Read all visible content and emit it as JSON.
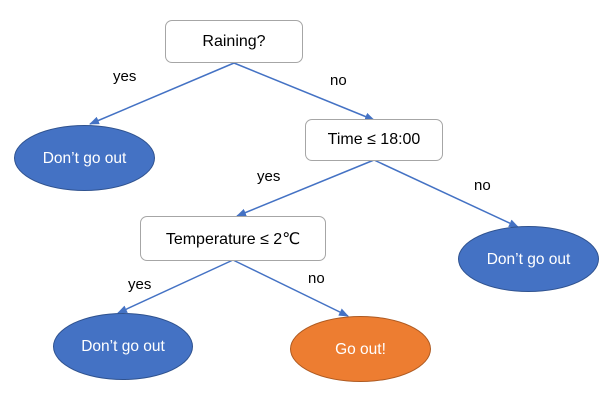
{
  "colors": {
    "edge": "#4472c4",
    "decision_border": "#a6a6a6",
    "leaf_blue": "#4472c4",
    "leaf_orange": "#ed7d31"
  },
  "nodes": {
    "raining": "Raining?",
    "time": "Time ≤ 18:00",
    "temperature": "Temperature ≤ 2℃",
    "leaf_raining_yes": "Don’t go out",
    "leaf_time_no": "Don’t go out",
    "leaf_temp_yes": "Don’t go out",
    "leaf_temp_no": "Go out!"
  },
  "edge_labels": {
    "raining_yes": "yes",
    "raining_no": "no",
    "time_yes": "yes",
    "time_no": "no",
    "temp_yes": "yes",
    "temp_no": "no"
  }
}
